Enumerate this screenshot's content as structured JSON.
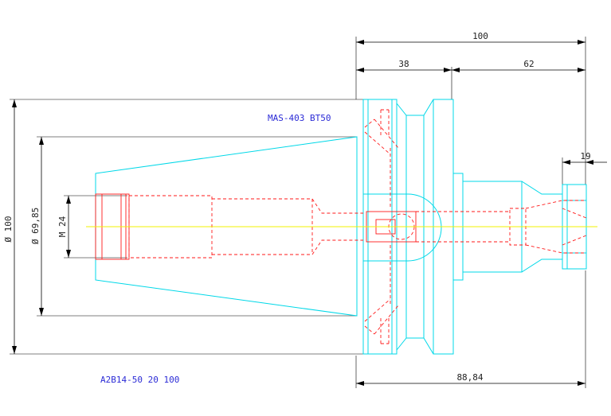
{
  "labels": {
    "holder_standard": "MAS-403  BT50",
    "part_number": "A2B14-50 20 100"
  },
  "dimensions": {
    "total_length": "100",
    "flange_length": "38",
    "body_length": "62",
    "nut_length": "19",
    "gauge_length": "88,84",
    "outer_diameter": "Ø 100",
    "taper_diameter": "Ø 69,85",
    "thread": "M 24"
  },
  "colors": {
    "outline": "#00d8e8",
    "hidden_lines": "#ff1a1a",
    "center_line": "#f2f200",
    "dimension_lines": "#000000",
    "label_text": "#2b2bd6"
  }
}
